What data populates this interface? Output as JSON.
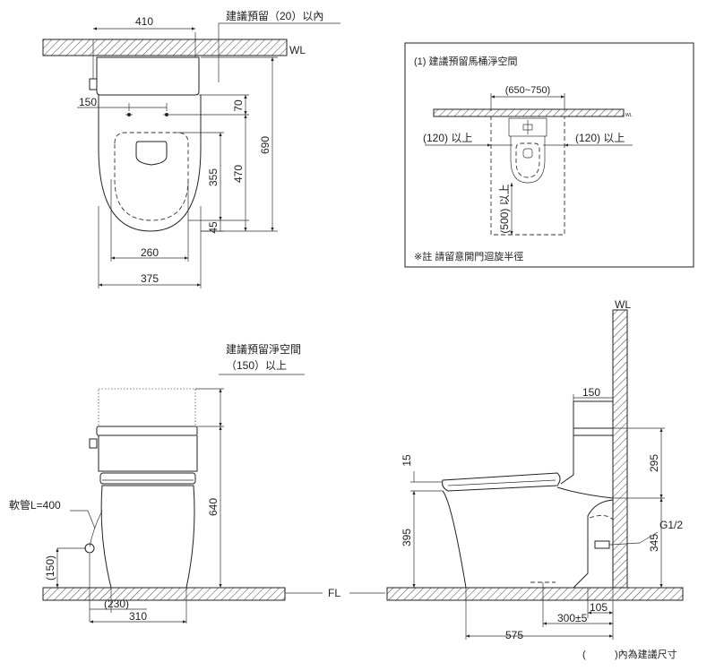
{
  "top_view": {
    "width_410": "410",
    "advice_gap": "建議預留（20）以內",
    "wall_label": "WL",
    "dim_150": "150",
    "dim_70": "70",
    "dim_355": "355",
    "dim_470": "470",
    "dim_690": "690",
    "dim_45": "45",
    "dim_260": "260",
    "dim_375": "375"
  },
  "space_box": {
    "title": "(1) 建議預留馬桶淨空間",
    "width_range": "(650~750)",
    "left_clear": "(120) 以上",
    "right_clear": "(120) 以上",
    "front_clear": "(500) 以上",
    "wall_label": "WL",
    "note": "※註 請留意開門迴旋半徑"
  },
  "front_view": {
    "clear_title": "建議預留淨空間",
    "clear_value": "（150）以上",
    "hose_label": "軟管L=400",
    "dim_640": "640",
    "dim_150": "(150)",
    "dim_230": "(230)",
    "dim_310": "310",
    "floor_label": "FL"
  },
  "side_view": {
    "wall_label": "WL",
    "dim_150": "150",
    "dim_295": "295",
    "dim_15": "15",
    "dim_395": "395",
    "dim_345": "345",
    "supply_label": "G1/2",
    "dim_105": "105",
    "dim_300": "300±5",
    "dim_575": "575"
  },
  "footnote": {
    "paren_open": "(",
    "text": ")內為建議尺寸"
  }
}
